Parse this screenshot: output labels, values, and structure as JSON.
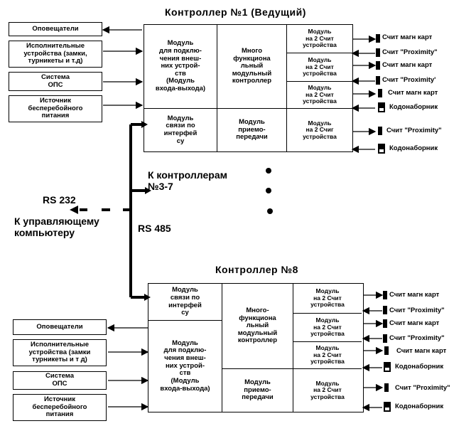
{
  "controller1": {
    "title": "Контроллер №1 (Ведущий)",
    "io_module": "Модуль\nдля подклю-\nчения внеш-\nних устрой-\nств\n(Модуль\nвхода-выхода)",
    "multi_module": "Много\nфункциона\nльный\nмодульный\nконтроллер",
    "iface_module": "Модуль\nсвязи по\nинтерфей\nсу",
    "trx_module": "Модуль\nприемо-\nпередачи",
    "readers": [
      "Модуль\nна 2 Счит\nустройства",
      "Модуль\nна 2 Счит\nустройства",
      "Модуль\nна 2 Счит\nустройства",
      "Модуль\nна 2 Счиг\nустройства"
    ],
    "devices": [
      "Счит магн карт",
      "Счит \"Proximity\"",
      "Счит магн карт",
      "Счит \"Proximity'",
      "Счит магн карт",
      "Кодонаборник",
      "Счит \"Proximity\"",
      "Кодонаборник"
    ]
  },
  "external_left_top": [
    "Оповещатели",
    "Исполнительные\nустройства (замки,\nтурникеты и т.д)",
    "Система\nОПС",
    "Источник\nбесперебойного\nпитания"
  ],
  "middle": {
    "to_controllers": "К контроллерам\n№3-7",
    "rs232": "RS 232",
    "to_computer": "К управляющему\nкомпьютеру",
    "rs485": "RS 485"
  },
  "controller8": {
    "title": "Контроллер №8",
    "iface_module": "Модуль\nсвязи по\nинтерфей\nсу",
    "multi_module": "Много-\nфункциона\nльный\nмодульный\nконтроллер",
    "io_module": "Модуль\nдля подклю-\nчения внеш-\nних устрой-\nств\n(Модуль\nвхода-выхода)",
    "trx_module": "Модуль\nприемо-\nпередачи",
    "readers": [
      "Модуль\nна 2 Счит\nустройства",
      "Модуль\nна 2 Счит\nустройства",
      "Модуль\nна 2 Счит\nустройства",
      "Модуль\nна 2 Счит\nустройства"
    ],
    "devices": [
      "Счит магн карт",
      "Счит \"Proximity\"",
      "Счит магн карт",
      "Счит \"Proximity\"",
      "Счит магн карт",
      "Кодонаборник",
      "Счит \"Proximity\"",
      "Кодонаборник"
    ]
  },
  "external_left_bottom": [
    "Оповещатели",
    "Исполнительные\nустройства (замки\nтурникеты и т д)",
    "Система\nОПС",
    "Источник\nбесперебойного\nпитания"
  ]
}
